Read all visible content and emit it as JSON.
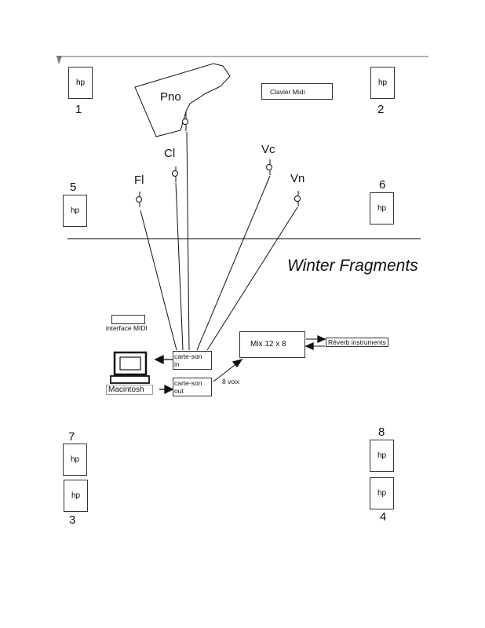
{
  "title": "Winter Fragments",
  "speakers": [
    {
      "id": "1",
      "label": "hp",
      "number": "1"
    },
    {
      "id": "2",
      "label": "hp",
      "number": "2"
    },
    {
      "id": "3",
      "label": "hp",
      "number": "3"
    },
    {
      "id": "4",
      "label": "hp",
      "number": "4"
    },
    {
      "id": "5",
      "label": "hp",
      "number": "5"
    },
    {
      "id": "6",
      "label": "hp",
      "number": "6"
    },
    {
      "id": "7",
      "label": "hp",
      "number": "7"
    },
    {
      "id": "8",
      "label": "hp",
      "number": "8"
    }
  ],
  "instruments": {
    "piano": "Pno",
    "clarinet": "Cl",
    "flute": "Fl",
    "cello": "Vc",
    "violin": "Vn"
  },
  "equipment": {
    "clavier_midi": "Clavier Midi",
    "interface_midi": "interface MIDI",
    "computer": "Macintosh",
    "soundcard_in": [
      "carte-son",
      "in"
    ],
    "soundcard_out": [
      "carte-son",
      "out"
    ],
    "mixer": "Mix 12 x 8",
    "reverb": "Réverb instruments",
    "voices_label": "8 voix"
  }
}
